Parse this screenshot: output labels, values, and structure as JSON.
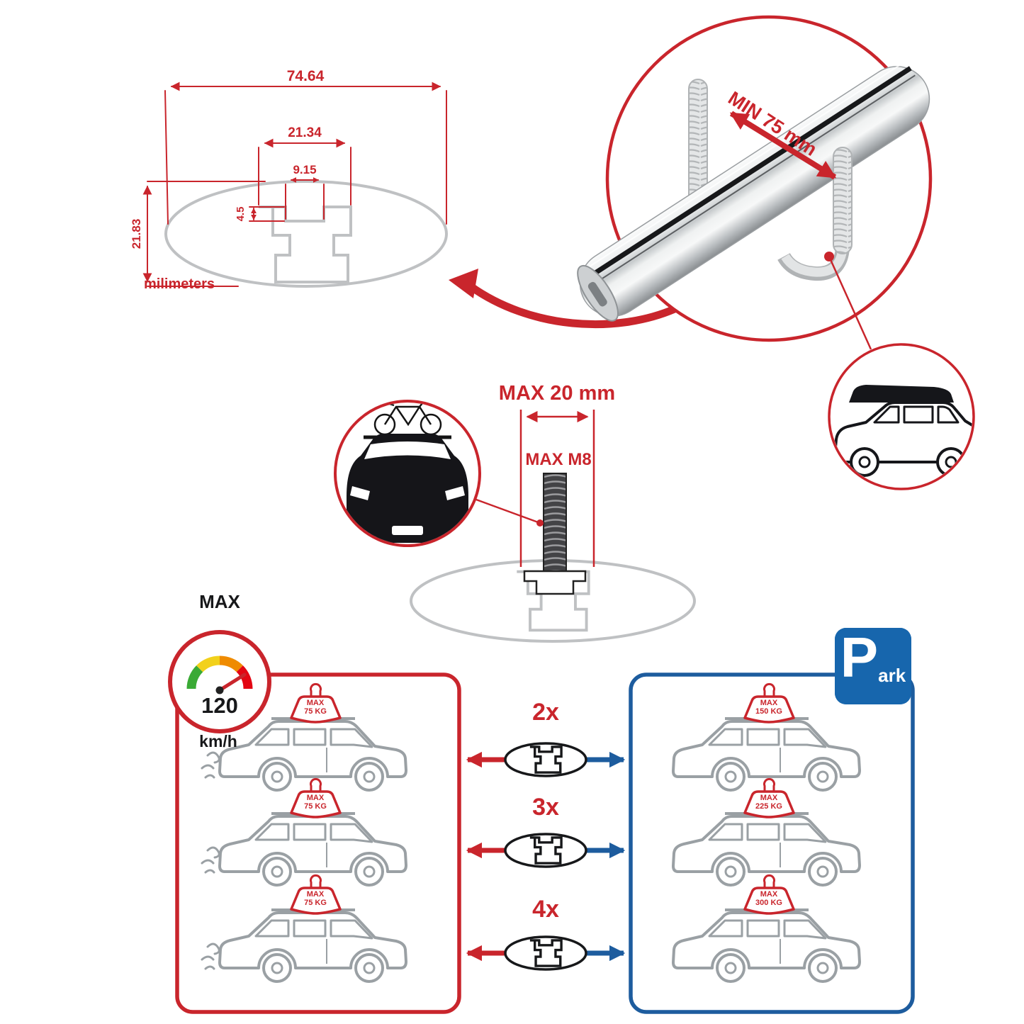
{
  "colors": {
    "accent_red": "#c9252c",
    "accent_blue": "#1d5c9e",
    "line_gray": "#bfc1c3",
    "car_gray": "#9aa0a4",
    "black": "#17181a",
    "park_sign_blue": "#1766ad",
    "gauge_green": "#3aaa35",
    "gauge_yellow": "#f2d11b",
    "gauge_orange": "#ef8b00",
    "gauge_red": "#e30613"
  },
  "dimension_drawing": {
    "width_total": "74.64",
    "width_channel": "21.34",
    "width_slot": "9.15",
    "depth_slot": "4.5",
    "height_total": "21.83",
    "unit_label": "milimeters"
  },
  "crossbar_detail": {
    "min_length_label": "MIN 75 mm"
  },
  "bolt_detail": {
    "max_width_label": "MAX 20 mm",
    "max_thread_label": "MAX M8"
  },
  "speed_panel": {
    "max_label": "MAX",
    "speed_value": "120",
    "speed_unit": "km/h",
    "cars": [
      {
        "load_line1": "MAX",
        "load_line2": "75 KG"
      },
      {
        "load_line1": "MAX",
        "load_line2": "75 KG"
      },
      {
        "load_line1": "MAX",
        "load_line2": "75 KG"
      }
    ]
  },
  "park_panel": {
    "sign_letter": "P",
    "sign_suffix": "ark",
    "cars": [
      {
        "load_line1": "MAX",
        "load_line2": "150 KG"
      },
      {
        "load_line1": "MAX",
        "load_line2": "225 KG"
      },
      {
        "load_line1": "MAX",
        "load_line2": "300 KG"
      }
    ]
  },
  "multipliers": [
    {
      "label": "2x"
    },
    {
      "label": "3x"
    },
    {
      "label": "4x"
    }
  ]
}
